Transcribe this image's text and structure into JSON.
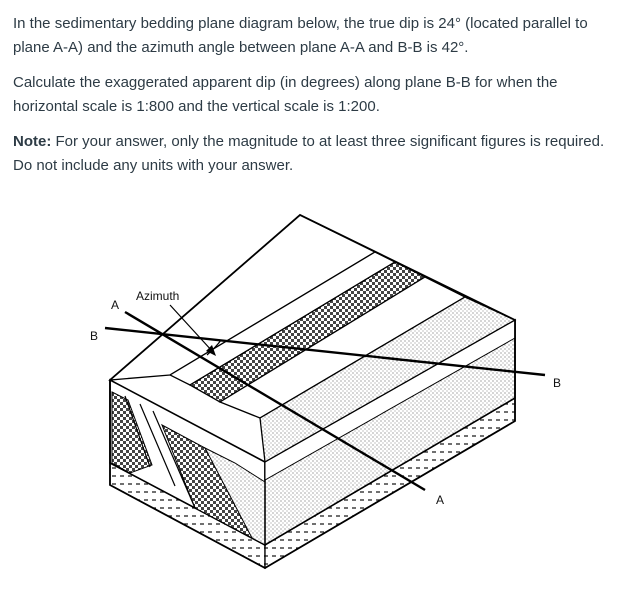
{
  "question": {
    "p1": "In the sedimentary bedding plane diagram below, the true dip is 24° (located parallel to plane A-A) and the azimuth angle between plane A-A and B-B is 42°.",
    "p2": "Calculate the exaggerated apparent dip (in degrees) along plane B-B for when the horizontal scale is 1:800 and the vertical scale is 1:200.",
    "note_label": "Note:",
    "note_text": " For your answer, only the magnitude to at least three significant figures is required. Do not include any units with your answer."
  },
  "diagram": {
    "label_azimuth": "Azimuth",
    "label_a_start": "A",
    "label_a_end": "A",
    "label_b_start": "B",
    "label_b_end": "B"
  }
}
